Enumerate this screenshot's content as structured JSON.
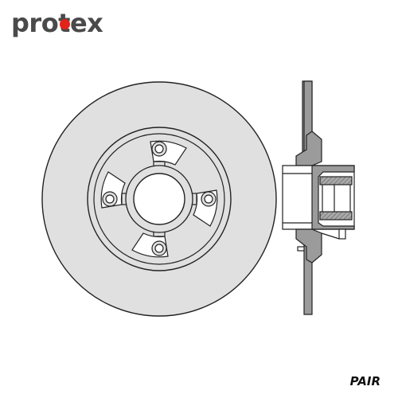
{
  "brand": {
    "logo_text": "protex",
    "accent_color": "#e2231a",
    "text_color": "#4a4a4a"
  },
  "product": {
    "label": "PAIR"
  },
  "drawing": {
    "subject": "brake-rotor-with-hub",
    "stud_holes": 4,
    "cooling_cutouts": 4,
    "face_color": "#e0e0e0",
    "line_color": "#222222",
    "section_fill": "#9b9b9b"
  }
}
